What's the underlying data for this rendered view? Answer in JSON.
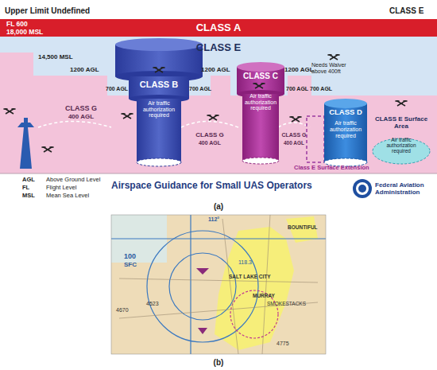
{
  "diagram": {
    "title": "Airspace Guidance for Small UAS Operators",
    "nodes": [
      {
        "text": [
          "CLASS A"
        ]
      },
      {
        "text": [
          "CLASS B",
          "Air traffic authorization required"
        ]
      },
      {
        "text": [
          "CLASS C",
          "Air traffic authorization required"
        ]
      },
      {
        "text": [
          "CLASS D",
          "Air traffic authorization required"
        ]
      },
      {
        "text": [
          "CLASS E Surface Area",
          "Air traffic authorization required"
        ]
      }
    ],
    "labels": [
      "Upper Limit Undefined",
      "CLASS E",
      "FL 600",
      "18,000 MSL",
      "CLASS E",
      "14,500 MSL",
      "1200 AGL",
      "700 AGL",
      "700 AGL",
      "1200 AGL",
      "700 AGL",
      "1200 AGL",
      "700 AGL",
      "CLASS G",
      "400 AGL",
      "CLASS G",
      "400 AGL",
      "CLASS G",
      "400 AGL",
      "Needs Waiver above 400ft",
      "Class E Surface Extension",
      "AGL",
      "Above Ground Level",
      "FL",
      "Flight Level",
      "MSL",
      "Mean Sea Level",
      "Federal Aviation Administration",
      "(a)",
      "(b)",
      "100",
      "SFC",
      "112°",
      "SALT LAKE CITY",
      "MURRAY",
      "SMOKESTACKS",
      "BOUNTIFUL",
      "4670",
      "4523",
      "4775",
      "118.3"
    ]
  }
}
